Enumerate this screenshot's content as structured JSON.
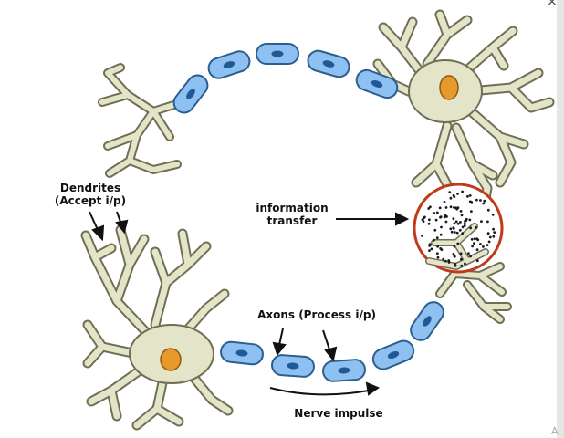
{
  "labels": {
    "dendrites_line1": "Dendrites",
    "dendrites_line2": "(Accept i/p)",
    "info_line1": "information",
    "info_line2": "transfer",
    "axons": "Axons (Process i/p)",
    "impulse": "Nerve impulse"
  },
  "chrome": {
    "close_glyph": "×",
    "corner_text": "A"
  },
  "colors": {
    "cell_body": "#e3e4c8",
    "cell_outline": "#6f6f55",
    "myelin": "#8ec1f2",
    "myelin_outline": "#2a5f8f",
    "node": "#1f5a96",
    "nucleus": "#e79a2a",
    "synapse_ring": "#c0391b"
  }
}
